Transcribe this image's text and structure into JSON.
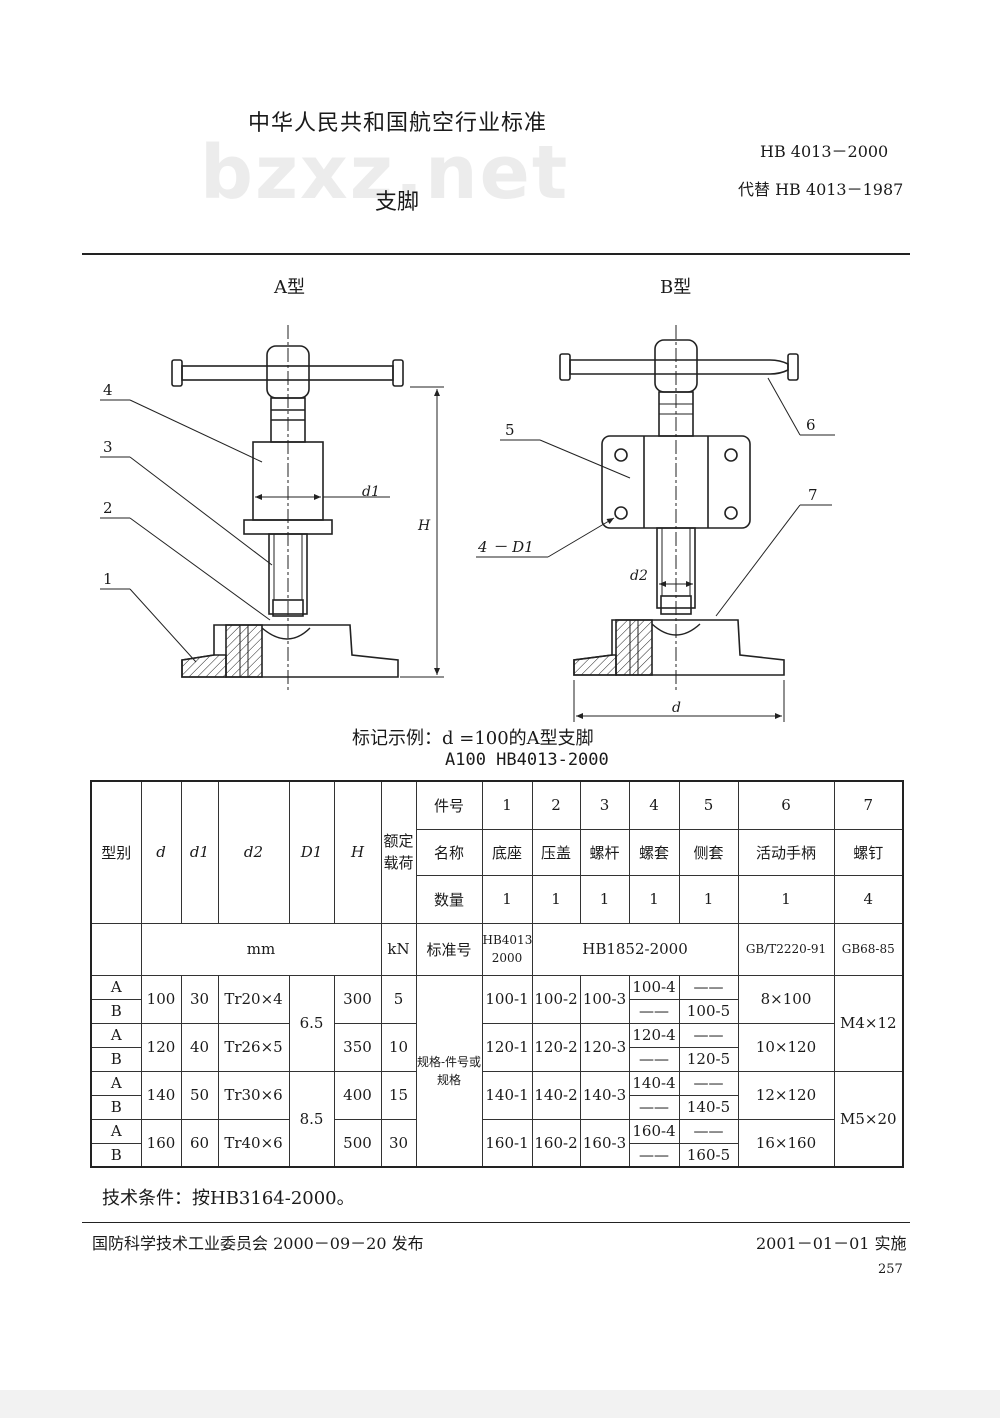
{
  "header": {
    "standard_title": "中华人民共和国航空行业标准",
    "code": "HB 4013－2000",
    "replaces": "代替 HB 4013－1987",
    "doc_title": "支脚",
    "watermark": "bzxz.net"
  },
  "drawing": {
    "type_a": "A型",
    "type_b": "B型",
    "callouts_a": [
      "4",
      "3",
      "2",
      "1"
    ],
    "callouts_b": [
      "5",
      "6",
      "7"
    ],
    "label_4d1": "4 － D1",
    "dim_d1": "d1",
    "dim_d2": "d2",
    "dim_d": "d",
    "dim_h": "H"
  },
  "marking": {
    "line1": "标记示例：d =100的A型支脚",
    "line2": "A100  HB4013-2000"
  },
  "table": {
    "col_labels": {
      "type": "型别",
      "d": "d",
      "d1": "d1",
      "d2": "d2",
      "D1": "D1",
      "H": "H",
      "load": "额定载荷",
      "part_no": "件号",
      "name": "名称",
      "qty": "数量",
      "std": "标准号",
      "unit_mm": "mm",
      "unit_kn": "kN",
      "spec_label": "规格-件号或规格"
    },
    "parts": {
      "numbers": [
        "1",
        "2",
        "3",
        "4",
        "5",
        "6",
        "7"
      ],
      "names": [
        "底座",
        "压盖",
        "螺杆",
        "螺套",
        "侧套",
        "活动手柄",
        "螺钉"
      ],
      "quantities": [
        "1",
        "1",
        "1",
        "1",
        "1",
        "1",
        "4"
      ],
      "std_1": "HB4013-2000",
      "std_2_5": "HB1852-2000",
      "std_6": "GB/T2220-91",
      "std_7": "GB68-85"
    },
    "dash": "——",
    "rows": [
      {
        "a": "A",
        "b": "B",
        "d": "100",
        "d1": "30",
        "d2": "Tr20×4",
        "H": "300",
        "load": "5",
        "p1": "100-1",
        "p2": "100-2",
        "p3": "100-3",
        "p4a": "100-4",
        "p5b": "100-5",
        "p6": "8×100"
      },
      {
        "a": "A",
        "b": "B",
        "d": "120",
        "d1": "40",
        "d2": "Tr26×5",
        "H": "350",
        "load": "10",
        "p1": "120-1",
        "p2": "120-2",
        "p3": "120-3",
        "p4a": "120-4",
        "p5b": "120-5",
        "p6": "10×120"
      },
      {
        "a": "A",
        "b": "B",
        "d": "140",
        "d1": "50",
        "d2": "Tr30×6",
        "H": "400",
        "load": "15",
        "p1": "140-1",
        "p2": "140-2",
        "p3": "140-3",
        "p4a": "140-4",
        "p5b": "140-5",
        "p6": "12×120"
      },
      {
        "a": "A",
        "b": "B",
        "d": "160",
        "d1": "60",
        "d2": "Tr40×6",
        "H": "500",
        "load": "30",
        "p1": "160-1",
        "p2": "160-2",
        "p3": "160-3",
        "p4a": "160-4",
        "p5b": "160-5",
        "p6": "16×160"
      }
    ],
    "D1_groups": [
      "6.5",
      "8.5"
    ],
    "p7_groups": [
      "M4×12",
      "M5×20"
    ]
  },
  "tech_conditions": "技术条件：按HB3164-2000。",
  "footer": {
    "issuer": "国防科学技术工业委员会 2000－09－20 发布",
    "effective": "2001－01－01 实施",
    "page": "257"
  }
}
